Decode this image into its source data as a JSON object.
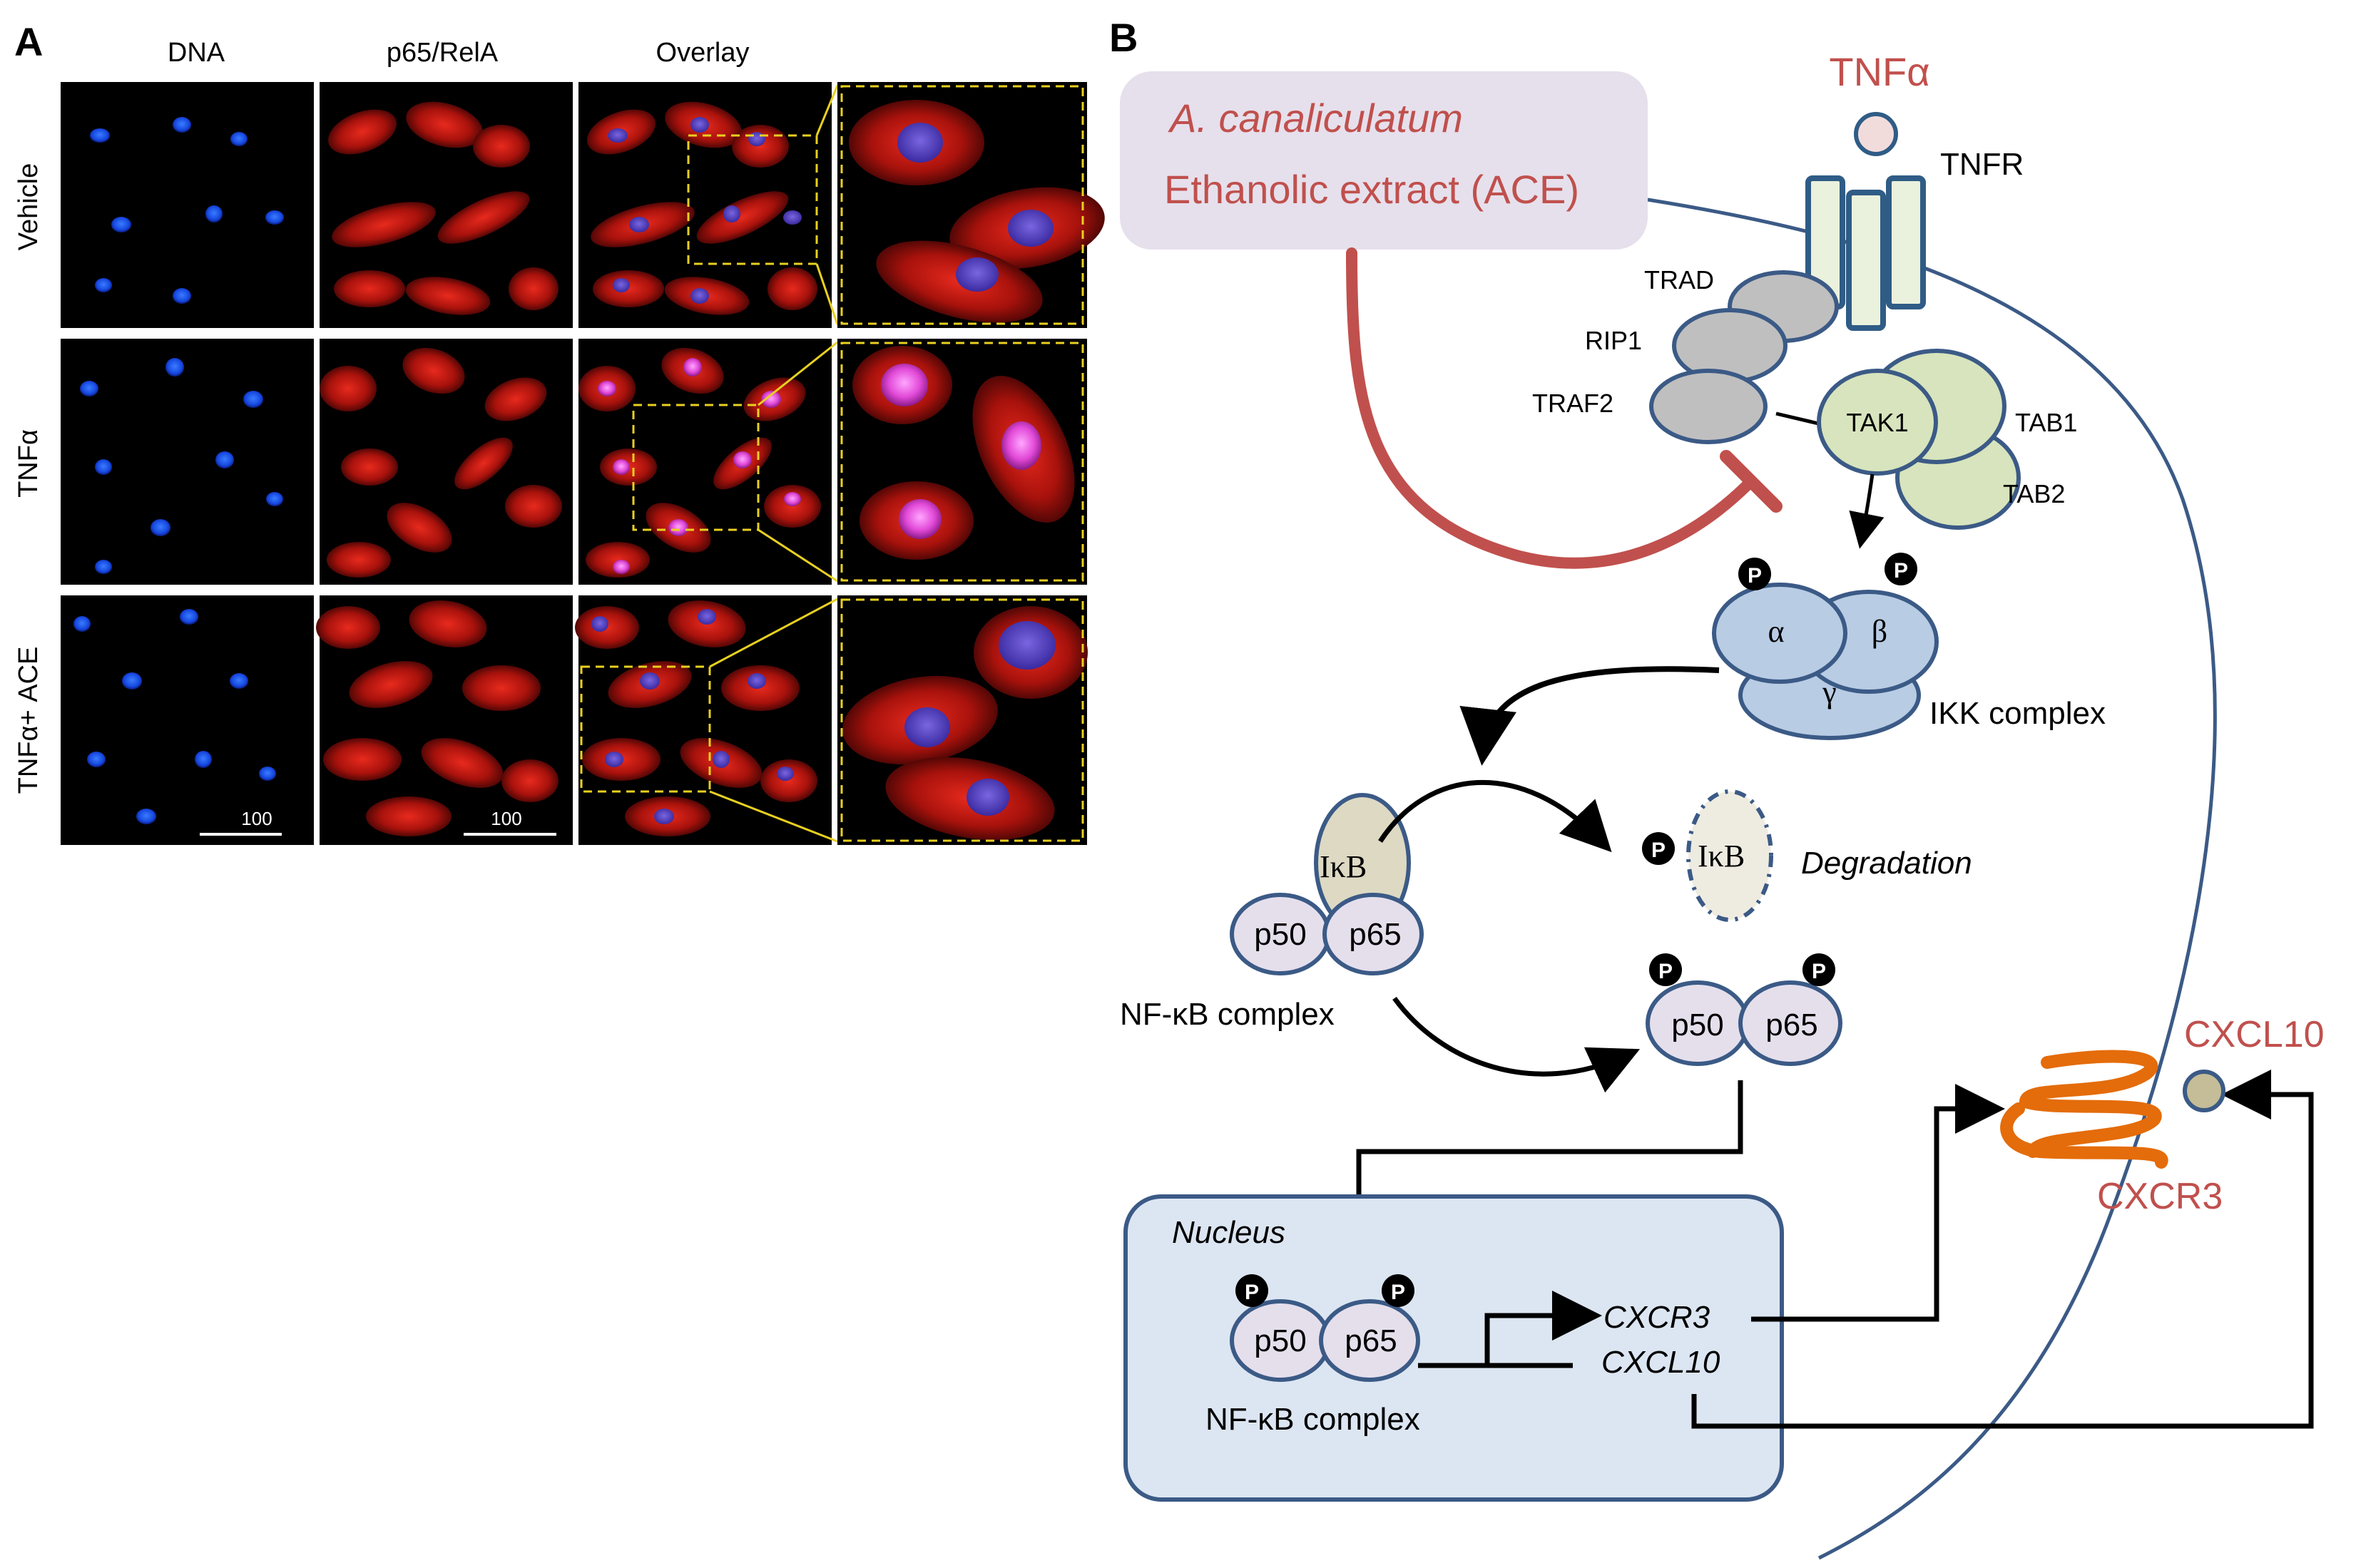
{
  "panel_a": {
    "label": "A",
    "columns": [
      "DNA",
      "p65/RelA",
      "Overlay"
    ],
    "rows": [
      "Vehicle",
      "TNFα",
      "TNFα+ ACE"
    ],
    "scale_bars": [
      "100",
      "100"
    ]
  },
  "panel_b": {
    "label": "B",
    "extract": {
      "species": "A. canaliculatum",
      "name": "Ethanolic extract (ACE)"
    },
    "ligand": "TNFα",
    "receptor": "TNFR",
    "adaptors": [
      "TRAD",
      "RIP1",
      "TRAF2"
    ],
    "tak_complex": [
      "TAK1",
      "TAB1",
      "TAB2"
    ],
    "ikk": {
      "alpha": "α",
      "beta": "β",
      "gamma": "γ",
      "label": "IKK complex"
    },
    "phospho": "P",
    "nfkb": {
      "inhibitor": "IκB",
      "p50": "p50",
      "p65": "p65",
      "label": "NF-κB complex"
    },
    "degradation": "Degradation",
    "nucleus": {
      "label": "Nucleus",
      "genes": [
        "CXCR3",
        "CXCL10"
      ],
      "complex_label": "NF-κB complex"
    },
    "chemokine": "CXCL10",
    "chemokine_receptor": "CXCR3",
    "colors": {
      "accent_red": "#c0504d",
      "membrane": "#3b5a86",
      "receptor_fill": "#eaf1dd",
      "receptor_stroke": "#2f5c86",
      "adaptor_fill": "#bfbfbf",
      "tak_fill": "#d7e4bd",
      "ikk_fill": "#b8cce4",
      "nfkb_fill": "#e5dfec",
      "ikb_fill": "#ddd9c3",
      "nucleus_fill": "#dce6f2",
      "extract_fill": "#e6e0ec",
      "cxcr3_orange": "#e46c0a",
      "cxcl10_fill": "#c4bd97"
    }
  }
}
